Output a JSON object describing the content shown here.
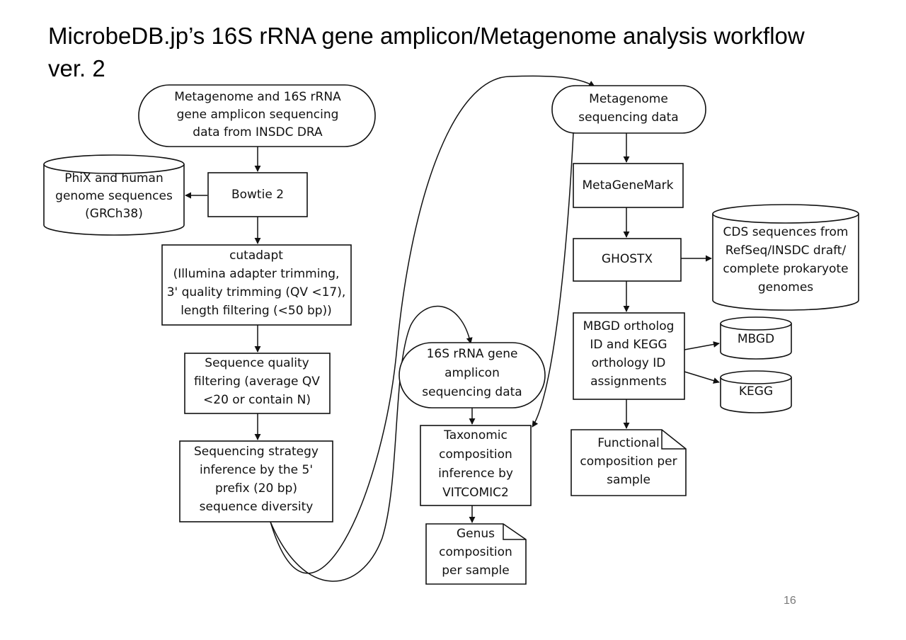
{
  "slide": {
    "title_line1": "MicrobeDB.jp’s 16S rRNA gene amplicon/Metagenome  analysis workflow",
    "title_line2": "ver. 2",
    "page_number": "16"
  },
  "nodes": {
    "source_data": [
      "Metagenome and 16S rRNA",
      "gene amplicon sequencing",
      "data from INSDC DRA"
    ],
    "phix_db": [
      "PhiX and human",
      "genome sequences",
      "(GRCh38)"
    ],
    "bowtie2": [
      "Bowtie 2"
    ],
    "cutadapt": [
      "cutadapt",
      "(Illumina adapter trimming,",
      "3' quality trimming (QV <17),",
      "length filtering (<50 bp))"
    ],
    "quality_filter": [
      "Sequence quality",
      "filtering (average QV",
      "<20 or contain N)"
    ],
    "strategy_inference": [
      "Sequencing strategy",
      "inference by the 5'",
      "prefix (20 bp)",
      "sequence diversity"
    ],
    "metagenome_data": [
      "Metagenome",
      "sequencing data"
    ],
    "metagenemark": [
      "MetaGeneMark"
    ],
    "ghostx": [
      "GHOSTX"
    ],
    "cds_db": [
      "CDS sequences from",
      "RefSeq/INSDC draft/",
      "complete prokaryote",
      "genomes"
    ],
    "mbgd_assign": [
      "MBGD ortholog",
      "ID and KEGG",
      "orthology ID",
      "assignments"
    ],
    "mbgd_db": [
      "MBGD"
    ],
    "kegg_db": [
      "KEGG"
    ],
    "functional_comp": [
      "Functional",
      "composition per",
      "sample"
    ],
    "amplicon_data": [
      "16S rRNA gene",
      "amplicon",
      "sequencing data"
    ],
    "vitcomic2": [
      "Taxonomic",
      "composition",
      "inference by",
      "VITCOMIC2"
    ],
    "genus_comp": [
      "Genus",
      "composition",
      "per sample"
    ]
  }
}
